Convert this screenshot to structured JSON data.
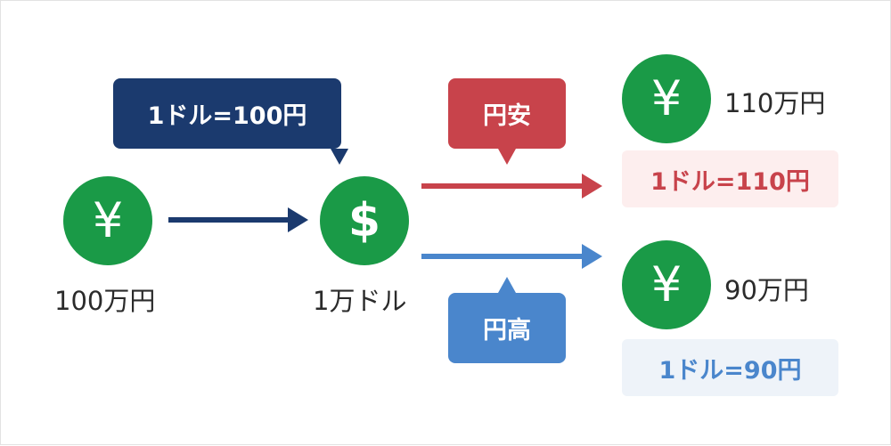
{
  "colors": {
    "coin": "#1a9a47",
    "navy": "#1b3a6e",
    "red": "#c8434b",
    "blue": "#4a86cc",
    "red_bg": "#fdeeee",
    "blue_bg": "#eef3f9",
    "text": "#2b2b2b"
  },
  "icons": {
    "yen": "¥",
    "dollar": "$"
  },
  "start": {
    "amount": "100万円"
  },
  "exchange": {
    "rate_label": "1ドル=100円",
    "amount": "1万ドル"
  },
  "yen_weak": {
    "label": "円安",
    "amount": "110万円",
    "rate": "1ドル=110円"
  },
  "yen_strong": {
    "label": "円高",
    "amount": "90万円",
    "rate": "1ドル=90円"
  }
}
